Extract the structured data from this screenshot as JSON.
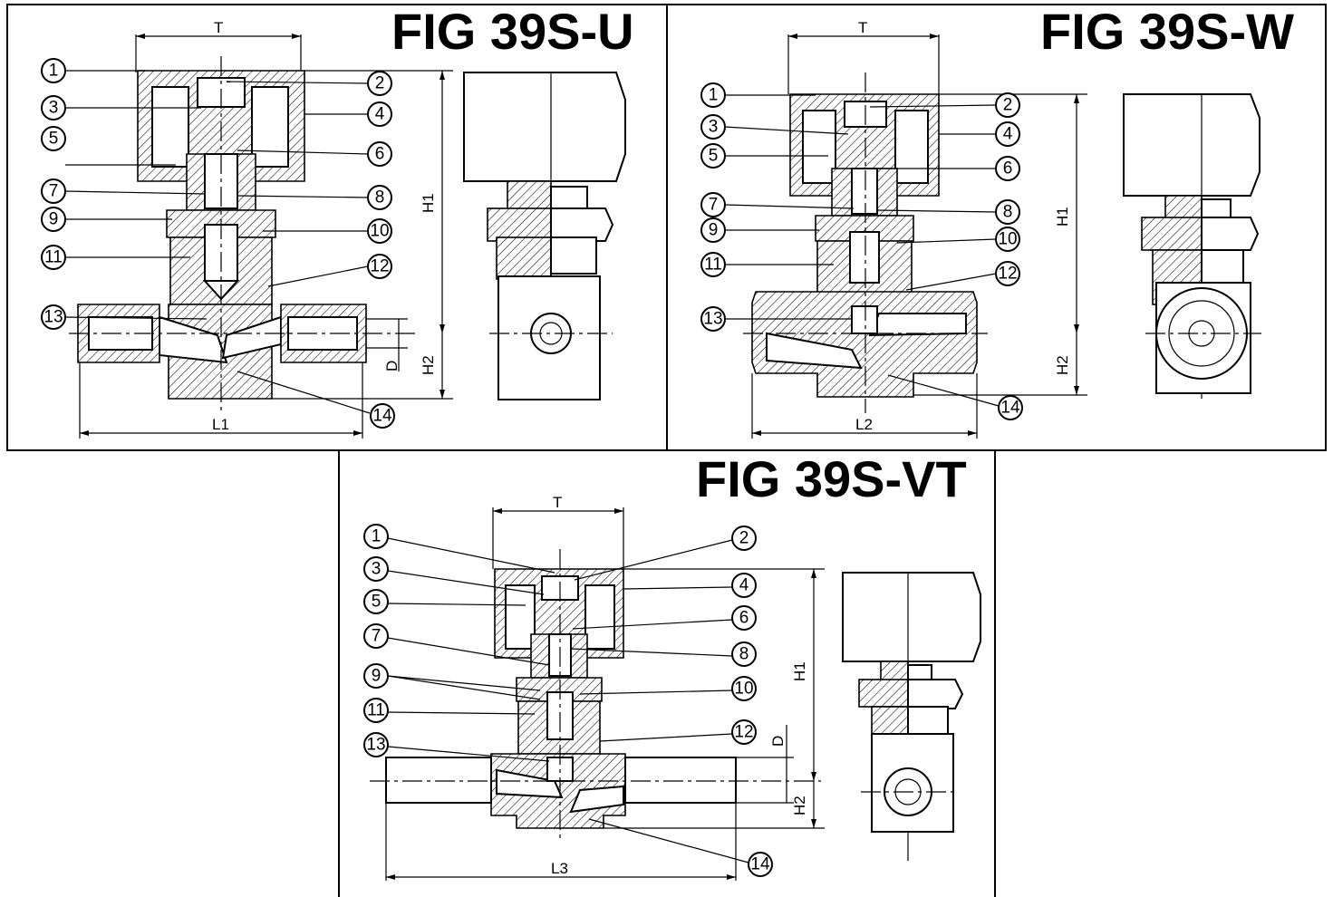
{
  "figures": [
    {
      "title": "FIG 39S-U",
      "dims": {
        "top": "T",
        "height_upper": "H1",
        "height_lower": "H2",
        "length": "L1",
        "port": "D"
      },
      "callouts": [
        "1",
        "2",
        "3",
        "4",
        "5",
        "6",
        "7",
        "8",
        "9",
        "10",
        "11",
        "12",
        "13",
        "14"
      ]
    },
    {
      "title": "FIG 39S-W",
      "dims": {
        "top": "T",
        "height_upper": "H1",
        "height_lower": "H2",
        "length": "L2"
      },
      "callouts": [
        "1",
        "2",
        "3",
        "4",
        "5",
        "6",
        "7",
        "8",
        "9",
        "10",
        "11",
        "12",
        "13",
        "14"
      ]
    },
    {
      "title": "FIG 39S-VT",
      "dims": {
        "top": "T",
        "height_upper": "H1",
        "height_lower": "H2",
        "length": "L3",
        "port": "D"
      },
      "callouts": [
        "1",
        "2",
        "3",
        "4",
        "5",
        "6",
        "7",
        "8",
        "9",
        "10",
        "11",
        "12",
        "13",
        "14"
      ]
    }
  ],
  "colors": {
    "line": "#000000",
    "background": "#ffffff"
  }
}
